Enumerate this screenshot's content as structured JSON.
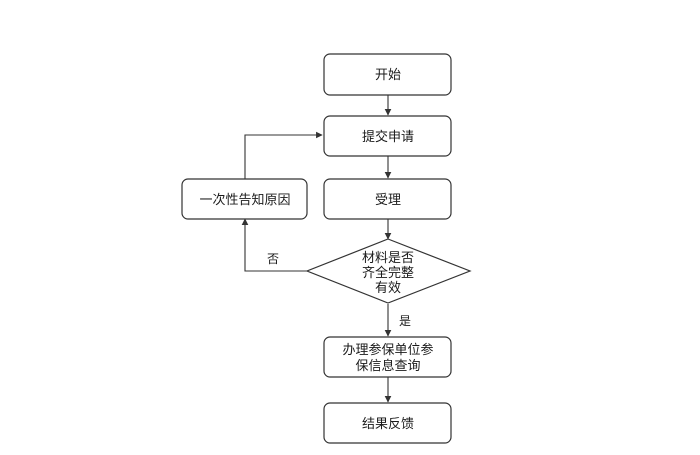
{
  "flowchart": {
    "start": "开始",
    "submit": "提交申请",
    "accept": "受理",
    "decision": [
      "材料是否",
      "齐全完整",
      "有效"
    ],
    "notify": "一次性告知原因",
    "handle": [
      "办理参保单位参",
      "保信息查询"
    ],
    "feedback": "结果反馈",
    "label_no": "否",
    "label_yes": "是"
  }
}
